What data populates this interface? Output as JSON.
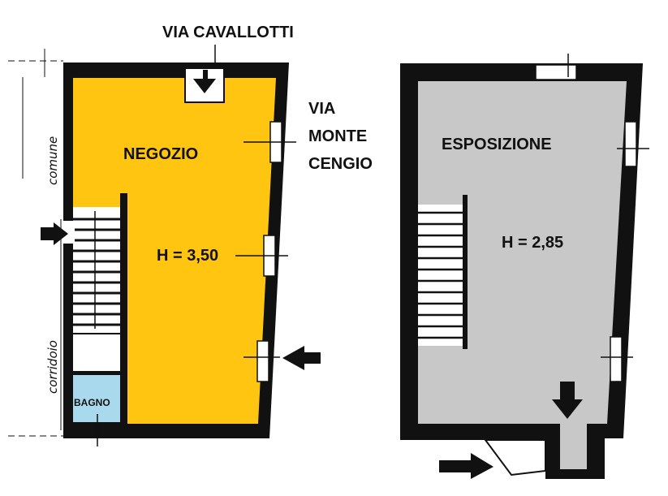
{
  "streets": {
    "top": "VIA CAVALLOTTI",
    "side_line1": "VIA",
    "side_line2": "MONTE",
    "side_line3": "CENGIO"
  },
  "left_plan": {
    "room": "NEGOZIO",
    "height": "H = 3,50",
    "bathroom": "BAGNO",
    "side_label_top": "comune",
    "side_label_bottom": "corridoio"
  },
  "right_plan": {
    "room": "ESPOSIZIONE",
    "height": "H = 2,85"
  },
  "colors": {
    "shop": "#FFC511",
    "exhibition": "#C8C8C8",
    "bathroom": "#A9D9EC",
    "wall": "#111111"
  }
}
